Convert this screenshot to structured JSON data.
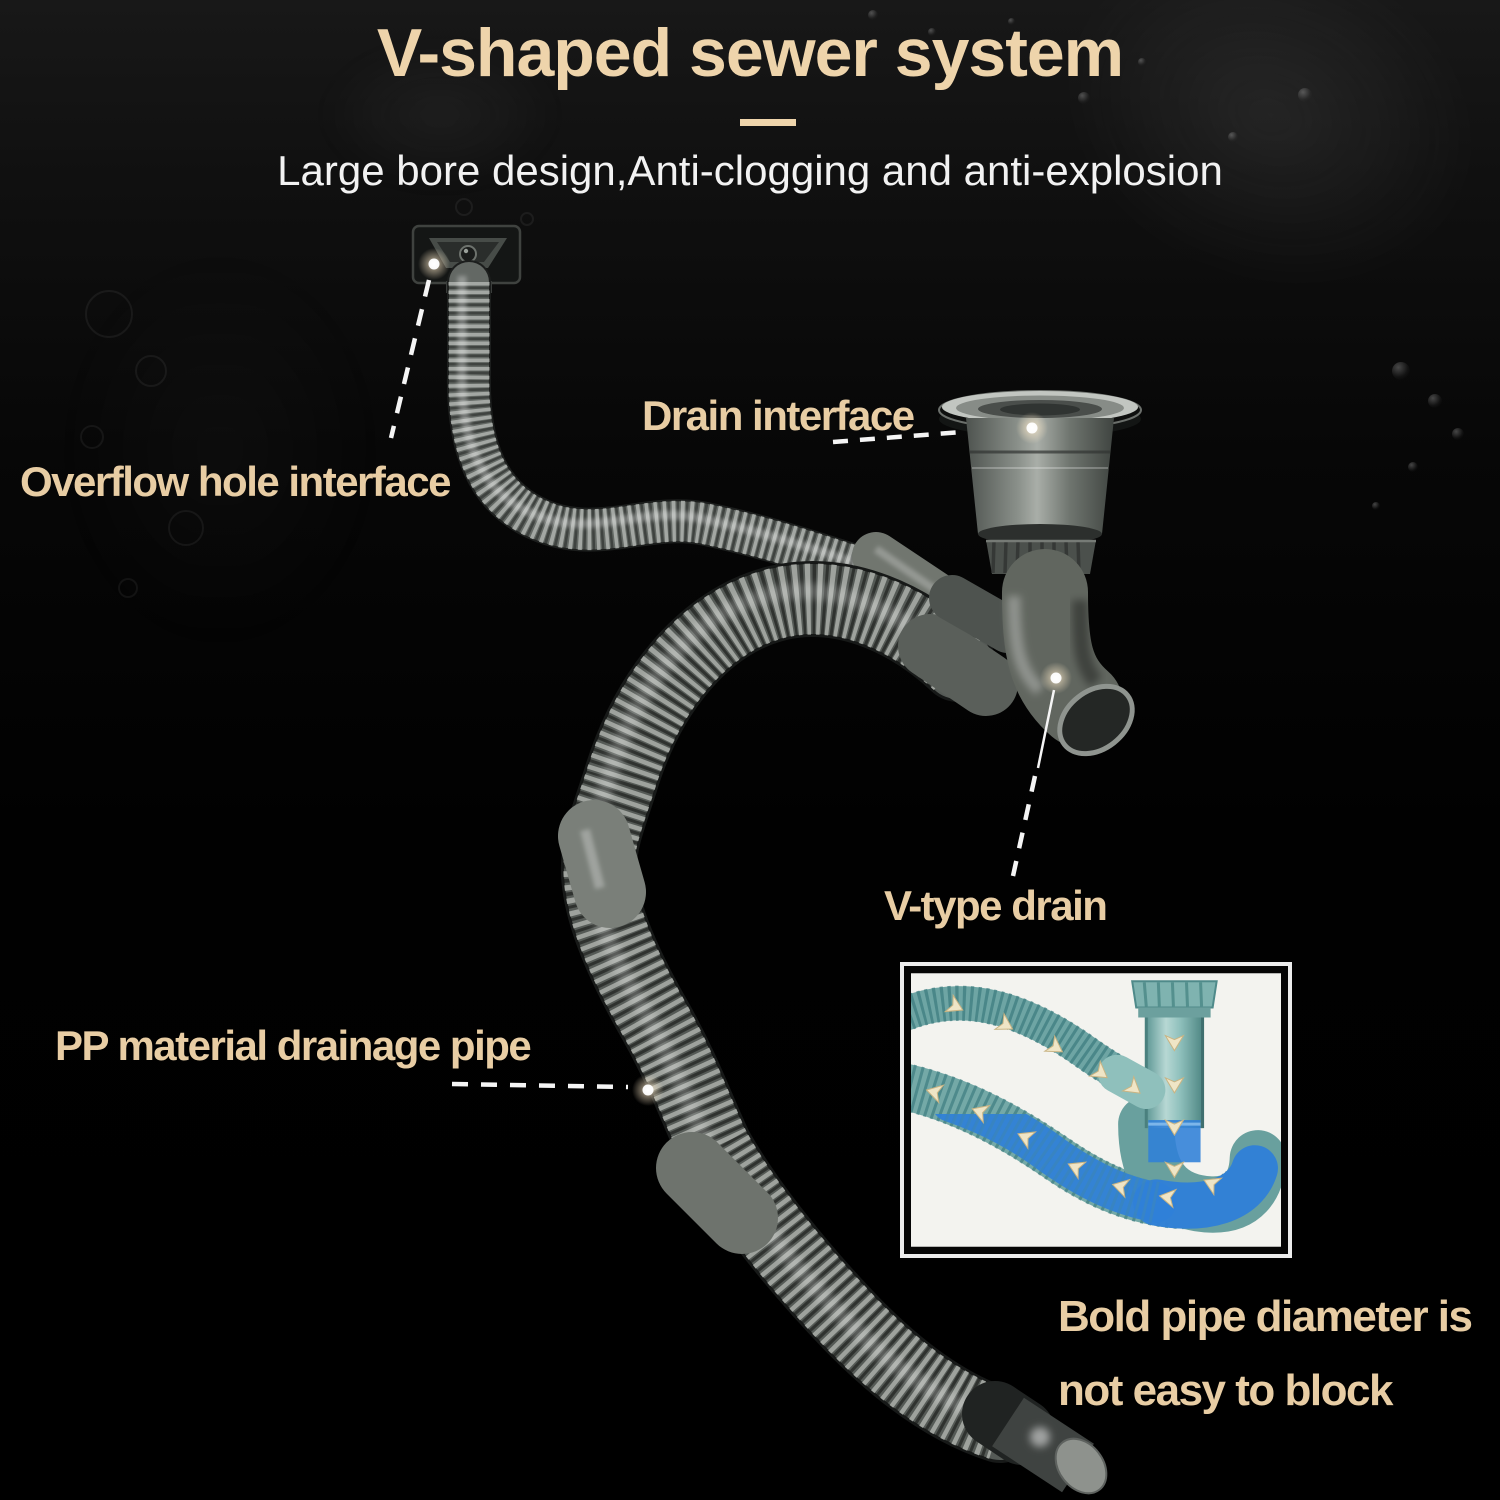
{
  "header": {
    "title": "V-shaped sewer system",
    "subtitle": "Large bore design,Anti-clogging and anti-explosion"
  },
  "callouts": {
    "overflow": "Overflow hole interface",
    "drain": "Drain interface",
    "v_type": "V-type drain",
    "pp_pipe": "PP material drainage pipe"
  },
  "caption": {
    "line1": "Bold pipe diameter is",
    "line2": "not easy to block"
  },
  "colors": {
    "accent_beige": "#e8cda4",
    "title_beige": "#eed4ab",
    "text_white": "#f2f2f2",
    "leader_white": "#f5f5f5",
    "pipe_gray": "#555a56",
    "pipe_rib_light": "#a2a7a1",
    "strainer_gray": "#8a908a",
    "inset_teal": "#74a9a7",
    "inset_water_blue": "#2f80d8",
    "inset_arrow_cream": "#efe5c6",
    "background_black": "#020202"
  }
}
